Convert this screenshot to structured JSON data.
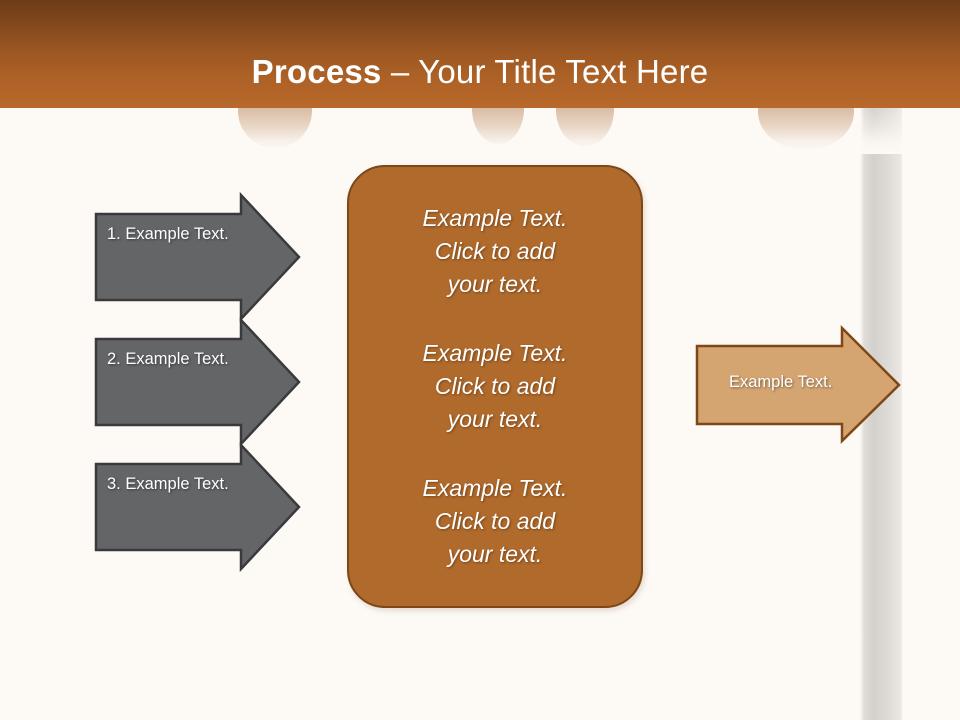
{
  "slide": {
    "title_bold": "Process",
    "title_rest": " – Your Title Text Here",
    "background_color": "#fdfaf6",
    "accent_color": "#b06a2c",
    "title_bar_color": "#a55f26"
  },
  "left_arrows": [
    {
      "label": "1. Example Text.",
      "fill": "#646567",
      "stroke": "#3a3a3c",
      "text_color": "#ffffff"
    },
    {
      "label": "2. Example Text.",
      "fill": "#646567",
      "stroke": "#3a3a3c",
      "text_color": "#ffffff"
    },
    {
      "label": "3. Example Text.",
      "fill": "#646567",
      "stroke": "#3a3a3c",
      "text_color": "#ffffff"
    }
  ],
  "process_box": {
    "fill": "#b06a2c",
    "stroke": "#7e4717",
    "blocks": [
      "Example Text.\nClick  to add\nyour text.",
      "Example Text.\nClick  to add\nyour text.",
      "Example Text.\nClick  to add\nyour text."
    ]
  },
  "right_arrow": {
    "label": "Example Text.",
    "fill": "#d5a571",
    "stroke": "#7e4717",
    "text_color": "#ffffff"
  }
}
